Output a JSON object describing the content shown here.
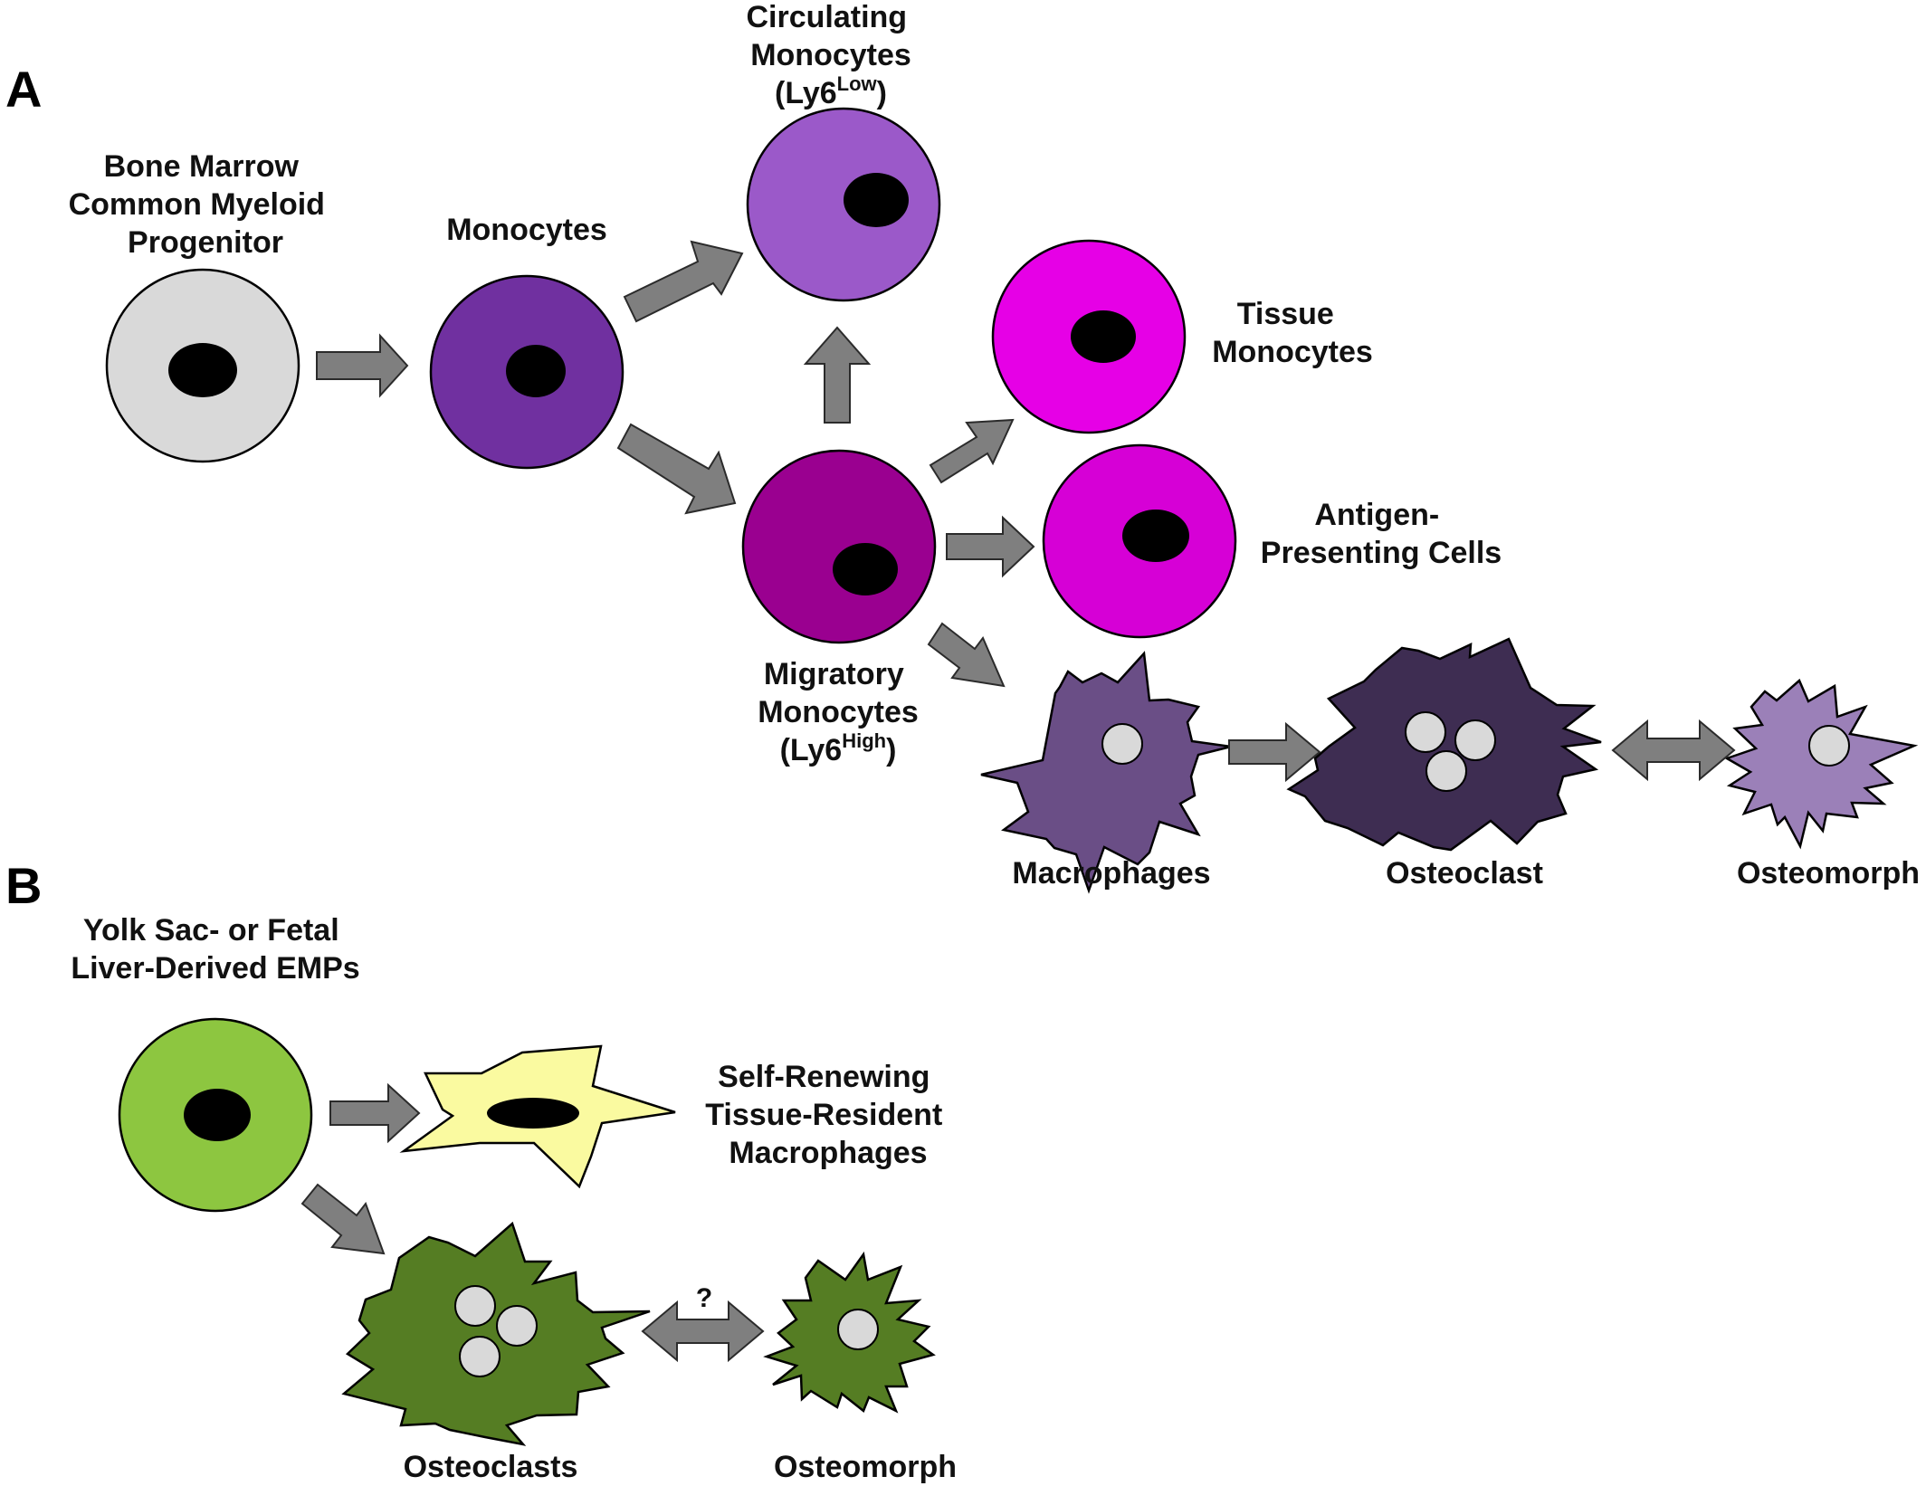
{
  "panels": {
    "a": {
      "letter": "A"
    },
    "b": {
      "letter": "B"
    }
  },
  "colors": {
    "progenitor": "#d9d9d9",
    "monocyte": "#7030a0",
    "circulating": "#9b59c9",
    "migratory": "#9a0090",
    "tissue": "#e600e6",
    "apc": "#d600d6",
    "macrophage": "#6a4e86",
    "osteoclast_a": "#3e2d52",
    "osteomorph_a": "#9b80b8",
    "emp": "#8dc640",
    "resident": "#fafaa0",
    "osteoclast_b": "#557d23",
    "osteomorph_b": "#557d23",
    "nucleus": "#000000",
    "multinucleus": "#d9d9d9",
    "arrow": "#7f7f7f"
  },
  "labels": {
    "bone_marrow": [
      "Bone Marrow",
      "Common Myeloid",
      "Progenitor"
    ],
    "monocytes": "Monocytes",
    "circulating": {
      "line1": "Circulating",
      "line2": "Monocytes",
      "line3_prefix": "(Ly6",
      "line3_sup": "Low",
      "line3_suffix": ")"
    },
    "tissue_monocytes": [
      "Tissue",
      "Monocytes"
    ],
    "apc": [
      "Antigen-",
      "Presenting Cells"
    ],
    "migratory": {
      "line1": "Migratory",
      "line2": "Monocytes",
      "line3_prefix": "(Ly6",
      "line3_sup": "High",
      "line3_suffix": ")"
    },
    "macrophages": "Macrophages",
    "osteoclast": "Osteoclast",
    "osteomorph_a": "Osteomorph",
    "emps": [
      "Yolk Sac- or Fetal",
      "Liver-Derived EMPs"
    ],
    "self_renewing": [
      "Self-Renewing",
      "Tissue-Resident",
      "Macrophages"
    ],
    "osteoclasts": "Osteoclasts",
    "osteomorph_b": "Osteomorph",
    "question": "?"
  }
}
